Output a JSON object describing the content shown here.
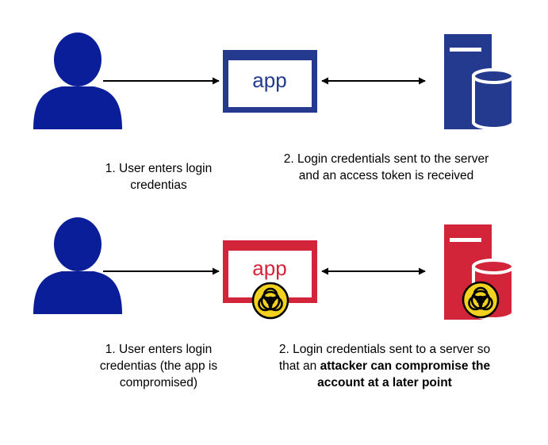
{
  "colors": {
    "safe": "#243A8F",
    "user": "#0A1E9A",
    "compromised": "#D2253A",
    "biohazard_bg": "#F2D21E",
    "arrow": "#000000"
  },
  "top_row": {
    "app_label": "app",
    "caption_user": "1. User enters login credentias",
    "caption_server": "2. Login credentials sent to the server and an access token is received"
  },
  "bottom_row": {
    "app_label": "app",
    "caption_user": "1. User enters login credentias (the app is compromised)",
    "caption_server_plain": "2. Login credentials sent to a server so that an ",
    "caption_server_bold": "attacker can compromise the account at a later point"
  },
  "icons": {
    "user": "user-icon",
    "app_window": "app-window-icon",
    "server": "server-database-icon",
    "biohazard": "biohazard-icon"
  }
}
